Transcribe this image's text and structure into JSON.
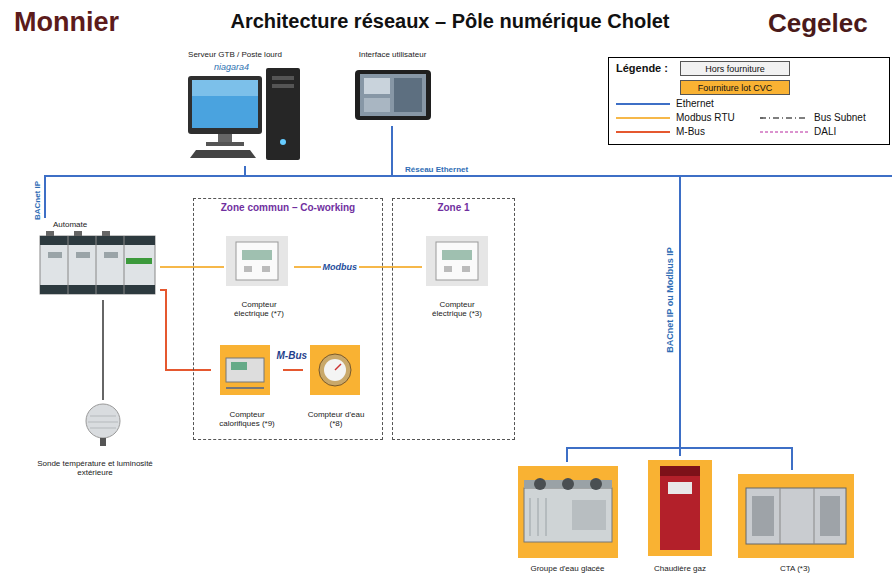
{
  "diagram": {
    "title": "Architecture réseaux – Pôle numérique Cholet",
    "nodes": [
      {
        "text": [
          "Serveur GTB / Poste lourd"
        ]
      },
      {
        "text": [
          "Interface utilisateur"
        ]
      },
      {
        "text": [
          "Automate"
        ]
      },
      {
        "text": [
          "Zone commun – Co-working"
        ]
      },
      {
        "text": [
          "Compteur électrique (*7)"
        ],
        "in": 3
      },
      {
        "text": [
          "Compteur calorifiques (*9)"
        ],
        "in": 3
      },
      {
        "text": [
          "Compteur d'eau (*8)"
        ],
        "in": 3
      },
      {
        "text": [
          "Zone 1"
        ]
      },
      {
        "text": [
          "Compteur électrique (*3)"
        ],
        "in": 7
      },
      {
        "text": [
          "Sonde température et luminosité extérieure"
        ]
      },
      {
        "text": [
          "Groupe d'eau glacée"
        ]
      },
      {
        "text": [
          "Chaudière gaz"
        ]
      },
      {
        "text": [
          "CTA (*3)"
        ]
      }
    ],
    "edges": [
      {
        "from": 0,
        "to": 1,
        "arrow": "none"
      },
      {
        "from": 0,
        "to": 2,
        "arrow": "none",
        "label": "BACnet IP"
      },
      {
        "from": 0,
        "to": 10,
        "arrow": "none"
      },
      {
        "from": 0,
        "to": 11,
        "arrow": "none",
        "label": "BACnet IP ou Modbus IP"
      },
      {
        "from": 0,
        "to": 12,
        "arrow": "none"
      },
      {
        "from": 2,
        "to": 4,
        "arrow": "none"
      },
      {
        "from": 4,
        "to": 8,
        "arrow": "none",
        "label": "Modbus"
      },
      {
        "from": 2,
        "to": 5,
        "arrow": "none"
      },
      {
        "from": 5,
        "to": 6,
        "arrow": "none",
        "label": "M-Bus"
      },
      {
        "from": 2,
        "to": 9,
        "arrow": "none"
      }
    ],
    "labels": [
      "Monnier",
      "Cegelec",
      "niagara4",
      "Réseau Ethernet",
      "Légende :"
    ],
    "legend": [
      {
        "text": "Hors fourniture",
        "color": "#f2f2f2"
      },
      {
        "text": "Fourniture lot CVC",
        "color": "#f9b233"
      },
      {
        "text": "Ethernet"
      },
      {
        "text": "Modbus RTU"
      },
      {
        "text": "Bus Subnet"
      },
      {
        "text": "M-Bus"
      },
      {
        "text": "DALI"
      }
    ]
  }
}
